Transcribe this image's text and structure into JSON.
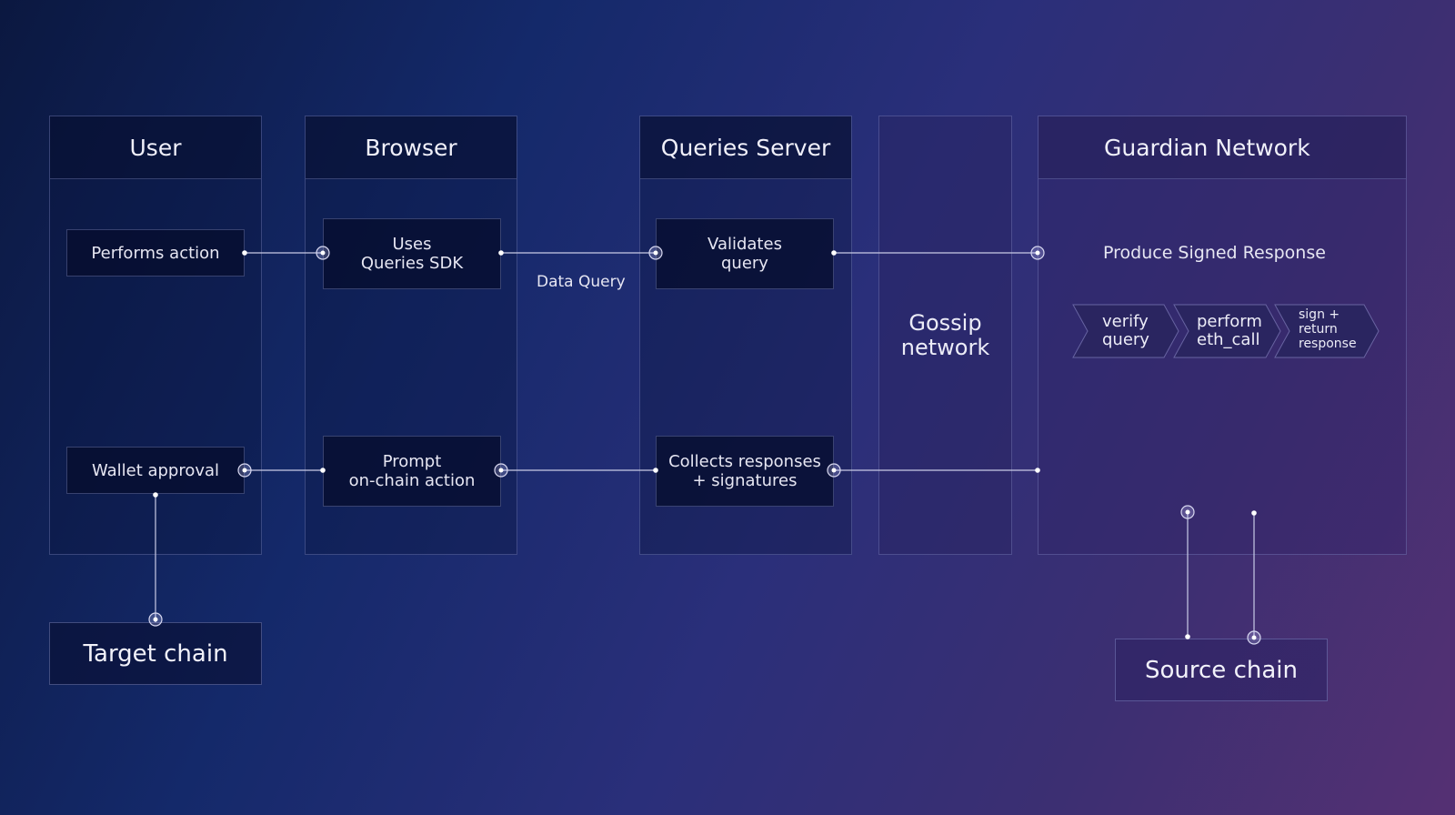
{
  "columns": {
    "user": "User",
    "browser": "Browser",
    "queries_server": "Queries Server",
    "guardian_network": "Guardian Network"
  },
  "user": {
    "performs_action": "Performs action",
    "wallet_approval": "Wallet approval"
  },
  "browser": {
    "uses_sdk": "Uses\nQueries SDK",
    "prompt_action": "Prompt\non-chain action"
  },
  "server": {
    "validates": "Validates\nquery",
    "collects": "Collects responses\n+ signatures"
  },
  "gossip": "Gossip\nnetwork",
  "guardian": {
    "produce": "Produce Signed Response",
    "steps": [
      "verify\nquery",
      "perform\neth_call",
      "sign +\nreturn\nresponse"
    ]
  },
  "edge_labels": {
    "data_query": "Data Query"
  },
  "chains": {
    "target": "Target chain",
    "source": "Source chain"
  },
  "colors": {
    "line": "#c9cbe6",
    "node_glow": "#e8e8ff",
    "step_fill": "#2a2560"
  }
}
